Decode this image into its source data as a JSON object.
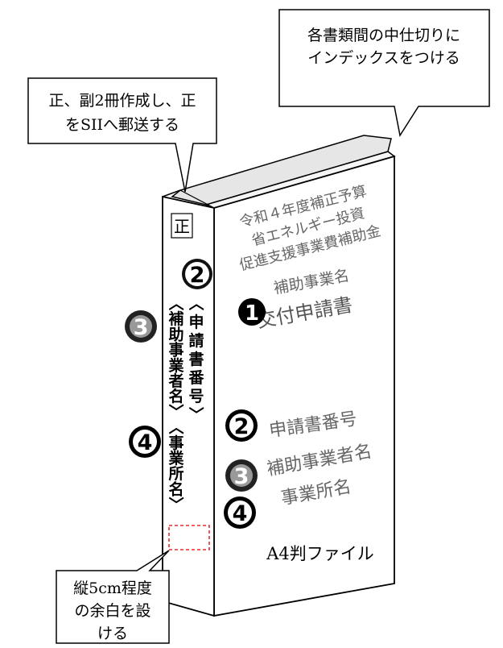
{
  "callouts": {
    "top_right": {
      "lines": [
        "各書類間の中仕切りに",
        "インデックスをつける"
      ]
    },
    "top_left": {
      "lines": [
        "正、副2冊作成し、正",
        "をSIIへ郵送する"
      ]
    },
    "bottom_left": {
      "lines": [
        "縦5cm程度",
        "の余白を設",
        "ける"
      ]
    }
  },
  "spine": {
    "label": "正",
    "column_right": [
      "〈",
      "申",
      "請",
      "書",
      "番",
      "号",
      "〉"
    ],
    "column_left": [
      "〈",
      "補",
      "助",
      "事",
      "業",
      "者",
      "名",
      "〉",
      "〈",
      "事",
      "業",
      "所",
      "名",
      "〉"
    ]
  },
  "cover": {
    "title_lines": [
      "令和４年度補正予算",
      "省エネルギー投資",
      "促進支援事業費補助金"
    ],
    "project_name": "補助事業名",
    "application": "交付申請書",
    "app_number": "申請書番号",
    "company_name": "補助事業者名",
    "site_name": "事業所名"
  },
  "markers": {
    "m1": "1",
    "m2": "2",
    "m3": "3",
    "m4": "4"
  },
  "caption": "A4判ファイル"
}
